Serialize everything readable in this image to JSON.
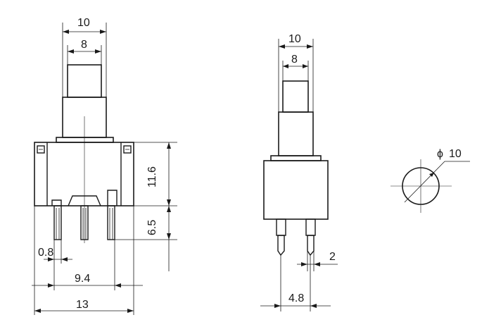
{
  "front_view": {
    "top_width": "10",
    "cap_width": "8",
    "body_height": "11.6",
    "pin_length": "6.5",
    "pin_width": "0.8",
    "pin_spacing": "9.4",
    "overall_width": "13"
  },
  "side_view": {
    "top_width": "10",
    "cap_width": "8",
    "pin_width": "2",
    "pin_spacing": "4.8"
  },
  "panel_cutout": {
    "diameter": "10",
    "diameter_symbol": "ϕ"
  }
}
